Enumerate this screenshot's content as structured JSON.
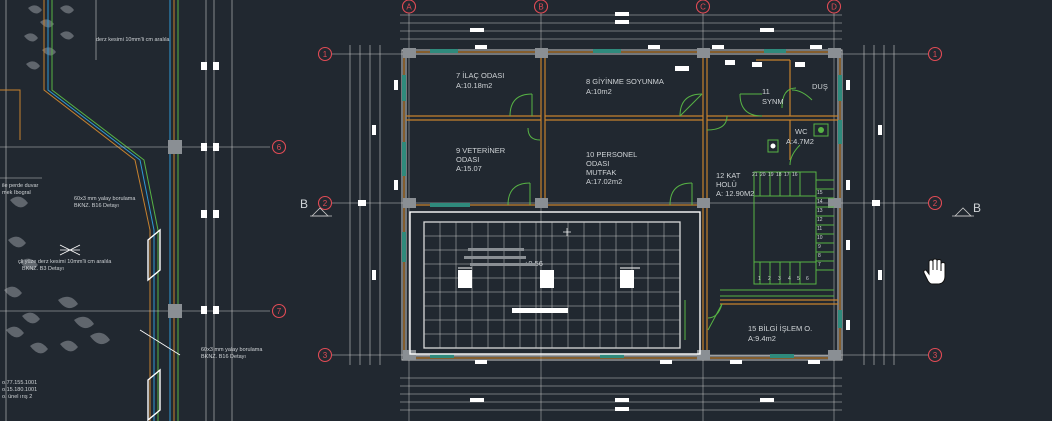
{
  "left_panel": {
    "notes": [
      "derz kesimi 10mm'li cm aralıla",
      "ile perde duvar",
      "mek Ibogral",
      "60x3 mm yalay borulama",
      "BKNZ. B16 Detayı",
      "çli yüze derz kesimi 10mm'li cm aralıla",
      "BKNZ. B3 Detayı",
      "60x3 mm yalay borulama",
      "BKNZ. B16 Detayı",
      "o.77.155.1001",
      "o.15.180.1001",
      "o. ünel ırış 2"
    ],
    "axis_labels": [
      "6",
      "7"
    ]
  },
  "grid_axes": {
    "columns": [
      "A",
      "B",
      "C",
      "D"
    ],
    "rows_left": [
      "1",
      "2",
      "3"
    ],
    "rows_right": [
      "1",
      "2",
      "3"
    ]
  },
  "section_marks": {
    "left": "B",
    "right": "B"
  },
  "rooms": [
    {
      "name": "7 İLAÇ ODASI",
      "area": "A:10.18m2"
    },
    {
      "name": "8 GİYİNME SOYUNMA",
      "area": "A:10m2"
    },
    {
      "name": "11",
      "area": "SYNM"
    },
    {
      "name": "DUŞ",
      "area": ""
    },
    {
      "name": "9 VETERİNER",
      "line2": "ODASI",
      "area": "A:15.07"
    },
    {
      "name": "10 PERSONEL",
      "line2": "ODASI",
      "line3": "MUTFAK",
      "area": "A:17.02m2"
    },
    {
      "name": "WC",
      "area": "A:4.7M2"
    },
    {
      "name": "12 KAT",
      "line2": "HOLÜ",
      "area": "A: 12.90M2"
    },
    {
      "name": "15 BİLGİ İŞLEM O.",
      "area": "A:9.4m2"
    }
  ],
  "stairs": {
    "top_numbers": [
      "21",
      "20",
      "19",
      "18",
      "17",
      "16"
    ],
    "right_numbers": [
      "15",
      "14",
      "13",
      "12",
      "11",
      "10",
      "9",
      "8",
      "7"
    ],
    "bottom_numbers": [
      "1",
      "2",
      "3",
      "4",
      "5",
      "6"
    ]
  },
  "slab": {
    "level": "+9.56"
  },
  "colors": {
    "background": "#212830",
    "bubble": "#e04b55",
    "walls": "#c8c8c8",
    "brown_lines": "#c7822e",
    "green_lines": "#57b345",
    "cyan_fill": "#2f8a7c"
  },
  "cursor_icon": "hand-pan-icon"
}
